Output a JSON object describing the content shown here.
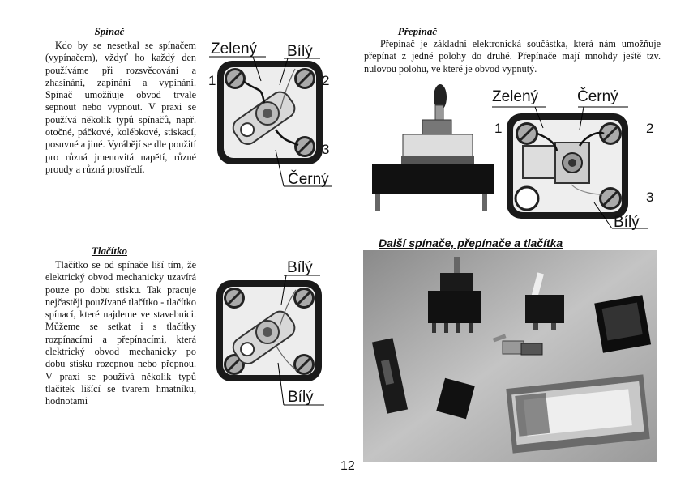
{
  "switch_section": {
    "title": "Spínač",
    "text": "Kdo by se nesetkal se spínačem (vypínačem), vždyť ho každý den používáme při rozsvěcování a zhasínání, zapínání a vypínání. Spínač umožňuje obvod trvale sepnout nebo vypnout. V praxi se používá několik typů spínačů, např. otočné, páčkové, kolébkové, stiskací, posuvné a jiné. Vyrábějí se dle použití pro různá jmenovitá napětí, různé proudy a různá prostředí.",
    "diagram": {
      "label_green": "Zelený",
      "label_white": "Bílý",
      "label_black": "Černý",
      "n1": "1",
      "n2": "2",
      "n3": "3"
    }
  },
  "toggle_section": {
    "title": "Přepínač",
    "text": "Přepínač je základní elektronická součástka, která nám umožňuje přepínat z jedné polohy do druhé. Přepínače mají mnohdy ještě tzv. nulovou polohu, ve které je obvod vypnutý.",
    "diagram": {
      "label_green": "Zelený",
      "label_black": "Černý",
      "label_white": "Bílý",
      "n1": "1",
      "n2": "2",
      "n3": "3"
    }
  },
  "button_section": {
    "title": "Tlačítko",
    "text": "Tlačítko se od spínače liší tím, že elektrický obvod mechanicky uzavírá pouze po dobu stisku. Tak pracuje nejčastěji používané tlačítko - tlačítko spínací, které najdeme ve stavebnici. Můžeme se setkat i s tlačítky rozpínacími a přepínacími, která elektrický obvod mechanicky po dobu stisku rozepnou nebo přepnou. V praxi se používá několik typů tlačítek lišící se tvarem hmatníku, hodnotami",
    "diagram": {
      "label_white_top": "Bílý",
      "label_white_bottom": "Bílý"
    }
  },
  "photo_section": {
    "title": "Další spínače, přepínače a tlačítka"
  },
  "page_number": "12"
}
